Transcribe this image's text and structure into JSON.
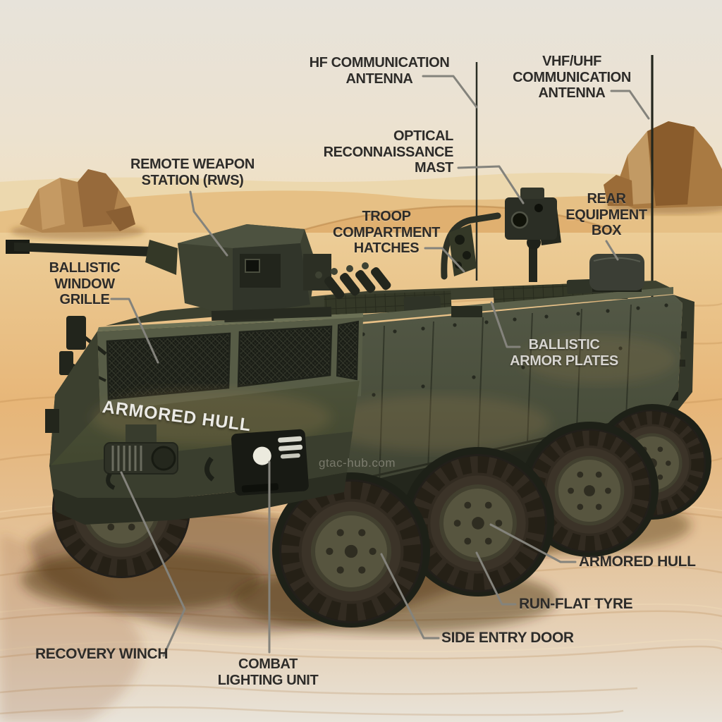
{
  "labels": {
    "hf_antenna": {
      "text": "HF COMMUNICATION\nANTENNA"
    },
    "vhf_antenna": {
      "text": "VHF/UHF\nCOMMUNICATION\nANTENNA"
    },
    "optical_mast": {
      "text": "OPTICAL\nRECONNAISSANCE\nMAST"
    },
    "rws": {
      "text": "REMOTE WEAPON\nSTATION (RWS)"
    },
    "troop_hatches": {
      "text": "TROOP\nCOMPARTMENT\nHATCHES"
    },
    "rear_box": {
      "text": "REAR\nEQUIPMENT\nBOX"
    },
    "ballistic_window": {
      "text": "BALLISTIC\nWINDOW\nGRILLE"
    },
    "ballistic_armor": {
      "text": "BALLISTIC\nARMOR PLATES"
    },
    "armored_hull": {
      "text": "ARMORED HULL"
    },
    "run_flat_tyre": {
      "text": "RUN-FLAT TYRE"
    },
    "side_entry_door": {
      "text": "SIDE ENTRY DOOR"
    },
    "recovery_winch": {
      "text": "RECOVERY WINCH"
    },
    "combat_lighting": {
      "text": "COMBAT\nLIGHTING UNIT"
    }
  },
  "vehicle_markings": {
    "hull_stencil": "ARMORED HULL"
  },
  "watermark": {
    "text": "gtac-hub.com"
  },
  "colors": {
    "label_dark": "#2e2c29",
    "label_light": "#d7d5d0",
    "leader": "#84837c",
    "hull_stencil": "#ebeae5",
    "hull_olive": "#4c5140",
    "sand": "#e2aa63",
    "sky": "#e9e5dc"
  }
}
